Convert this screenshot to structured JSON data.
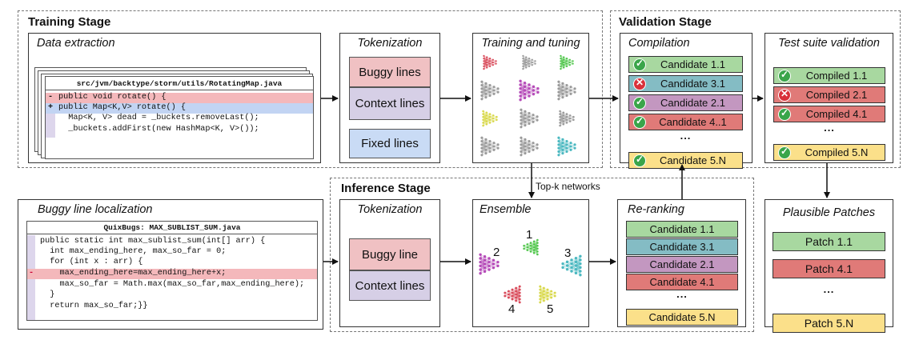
{
  "training_stage": {
    "title": "Training Stage",
    "data_extraction": {
      "title": "Data extraction",
      "filename": "src/jvm/backtype/storm/utils/RotatingMap.java",
      "minus_marker": "-",
      "plus_marker": "+",
      "lines": [
        "public void rotate() {",
        "public Map<K,V> rotate() {",
        "  Map<K, V> dead = _buckets.removeLast();",
        "  _buckets.addFirst(new HashMap<K, V>());"
      ]
    },
    "tokenization": {
      "title": "Tokenization",
      "buggy": "Buggy lines",
      "context": "Context lines",
      "fixed": "Fixed lines"
    },
    "training": {
      "title": "Training and tuning"
    }
  },
  "validation_stage": {
    "title": "Validation Stage",
    "compilation": {
      "title": "Compilation",
      "items": [
        "Candidate 1.1",
        "Candidate 3.1",
        "Candidate 2.1",
        "Candidate 4..1",
        "...",
        "Candidate 5.N"
      ],
      "status": [
        "ok",
        "fail",
        "ok",
        "ok",
        "",
        "ok"
      ]
    },
    "test_suite": {
      "title": "Test suite validation",
      "items": [
        "Compiled 1.1",
        "Compiled 2.1",
        "Compiled 4.1",
        "...",
        "Compiled 5.N"
      ],
      "status": [
        "ok",
        "fail",
        "ok",
        "",
        "ok"
      ]
    }
  },
  "inference_stage": {
    "title": "Inference Stage",
    "localization": {
      "title": "Buggy line localization",
      "filename": "QuixBugs: MAX_SUBLIST_SUM.java",
      "minus_marker": "-",
      "lines": [
        "public static int max_sublist_sum(int[] arr) {",
        "  int max_ending_here, max_so_far = 0;",
        "  for (int x : arr) {",
        "    max_ending_here=max_ending_here+x;",
        "    max_so_far = Math.max(max_so_far,max_ending_here);",
        "  }",
        "  return max_so_far;}}"
      ]
    },
    "tokenization": {
      "title": "Tokenization",
      "buggy": "Buggy line",
      "context": "Context lines"
    },
    "ensemble": {
      "title": "Ensemble",
      "labels": [
        "1",
        "2",
        "3",
        "4",
        "5"
      ]
    },
    "reranking": {
      "title": "Re-ranking",
      "items": [
        "Candidate 1.1",
        "Candidate 3.1",
        "Candidate 2.1",
        "Candidate 4.1",
        "...",
        "Candidate 5.N"
      ]
    }
  },
  "top_k_label": "Top-k networks",
  "plausible": {
    "title": "Plausible Patches",
    "items": [
      "Patch 1.1",
      "Patch 4.1",
      "...",
      "Patch 5.N"
    ]
  },
  "colors": {
    "green": "#a8d8a0",
    "teal": "#84bcc4",
    "plum": "#c397c0",
    "salmon": "#e07a78",
    "yellow": "#fbe08a",
    "net_red": "#d94a5a",
    "net_gray": "#9a9a9a",
    "net_purple": "#b54ab8",
    "net_green": "#4fc64a",
    "net_yellow": "#d8d84a",
    "net_teal": "#4ab8c0"
  }
}
